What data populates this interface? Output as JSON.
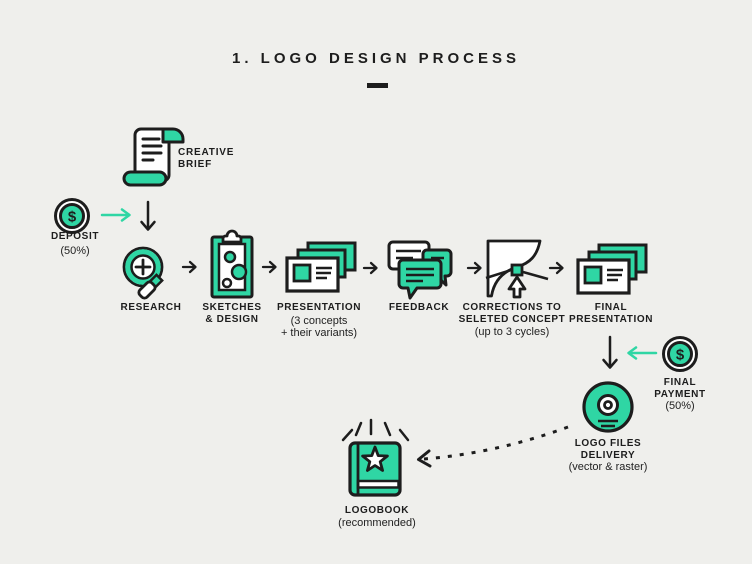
{
  "title": {
    "text": "1. LOGO DESIGN PROCESS"
  },
  "colors": {
    "background": "#efefec",
    "accent_teal": "#2fd6a4",
    "ink": "#1d1d1d"
  },
  "coin_symbol": "$",
  "steps": {
    "creative_brief": {
      "line1": "CREATIVE",
      "line2": "BRIEF",
      "icon": "scroll-icon"
    },
    "deposit": {
      "line1": "DEPOSIT",
      "note": "(50%)",
      "icon": "dollar-coin-icon"
    },
    "research": {
      "line1": "RESEARCH",
      "icon": "magnifier-icon"
    },
    "sketches_design": {
      "line1": "SKETCHES",
      "line2": "& DESIGN",
      "icon": "clipboard-icon"
    },
    "presentation": {
      "line1": "PRESENTATION",
      "note1": "(3 concepts",
      "note2": "+ their variants)",
      "icon": "slides-stack-icon"
    },
    "feedback": {
      "line1": "FEEDBACK",
      "icon": "speech-bubbles-icon"
    },
    "corrections": {
      "line1": "CORRECTIONS TO",
      "line2": "SELETED CONCEPT",
      "note": "(up to 3 cycles)",
      "icon": "vector-edit-icon"
    },
    "final_presentation": {
      "line1": "FINAL",
      "line2": "PRESENTATION",
      "icon": "slides-stack-icon"
    },
    "final_payment": {
      "line1": "FINAL",
      "line2": "PAYMENT",
      "note": "(50%)",
      "icon": "dollar-coin-icon"
    },
    "logo_files_delivery": {
      "line1": "LOGO FILES",
      "line2": "DELIVERY",
      "note": "(vector & raster)",
      "icon": "cd-icon"
    },
    "logobook": {
      "line1": "LOGOBOOK",
      "note": "(recommended)",
      "icon": "book-star-icon"
    }
  }
}
